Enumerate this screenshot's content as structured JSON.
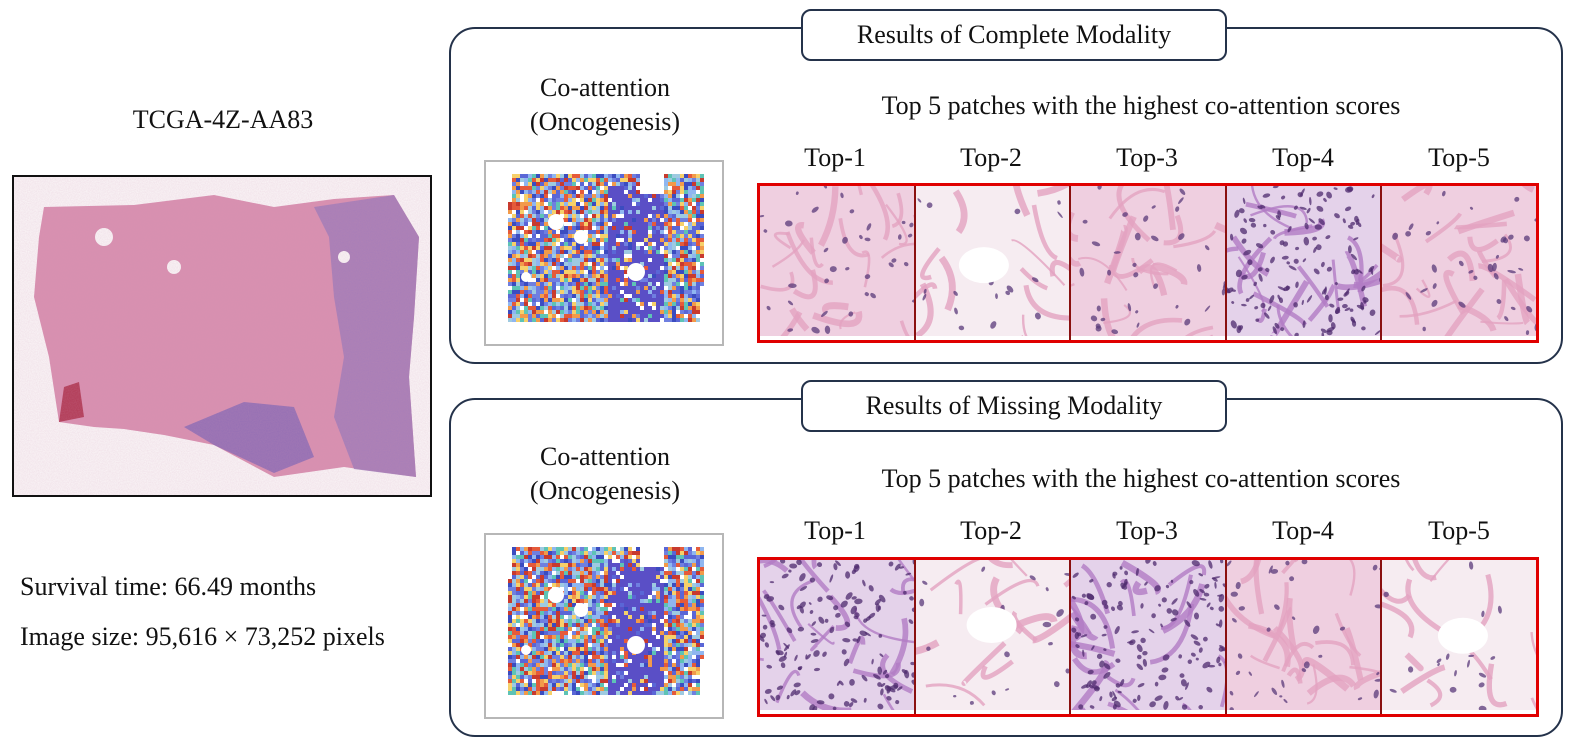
{
  "left": {
    "slide_id": "TCGA-4Z-AA83",
    "survival": "Survival time: 66.49 months",
    "image_size": "Image size: 95,616 × 73,252 pixels"
  },
  "panels": [
    {
      "title": "Results of Complete Modality",
      "coatt_line1": "Co-attention",
      "coatt_line2": "(Oncogenesis)",
      "top5_title": "Top 5 patches with the highest co-attention scores",
      "labels": [
        "Top-1",
        "Top-2",
        "Top-3",
        "Top-4",
        "Top-5"
      ]
    },
    {
      "title": "Results of Missing Modality",
      "coatt_line1": "Co-attention",
      "coatt_line2": "(Oncogenesis)",
      "top5_title": "Top 5 patches with the highest co-attention scores",
      "labels": [
        "Top-1",
        "Top-2",
        "Top-3",
        "Top-4",
        "Top-5"
      ]
    }
  ],
  "colors": {
    "panel_border": "#24324a",
    "patch_border": "#e00000",
    "tissue_pink": "#d98fb0",
    "tissue_purple": "#8c6bb5"
  }
}
